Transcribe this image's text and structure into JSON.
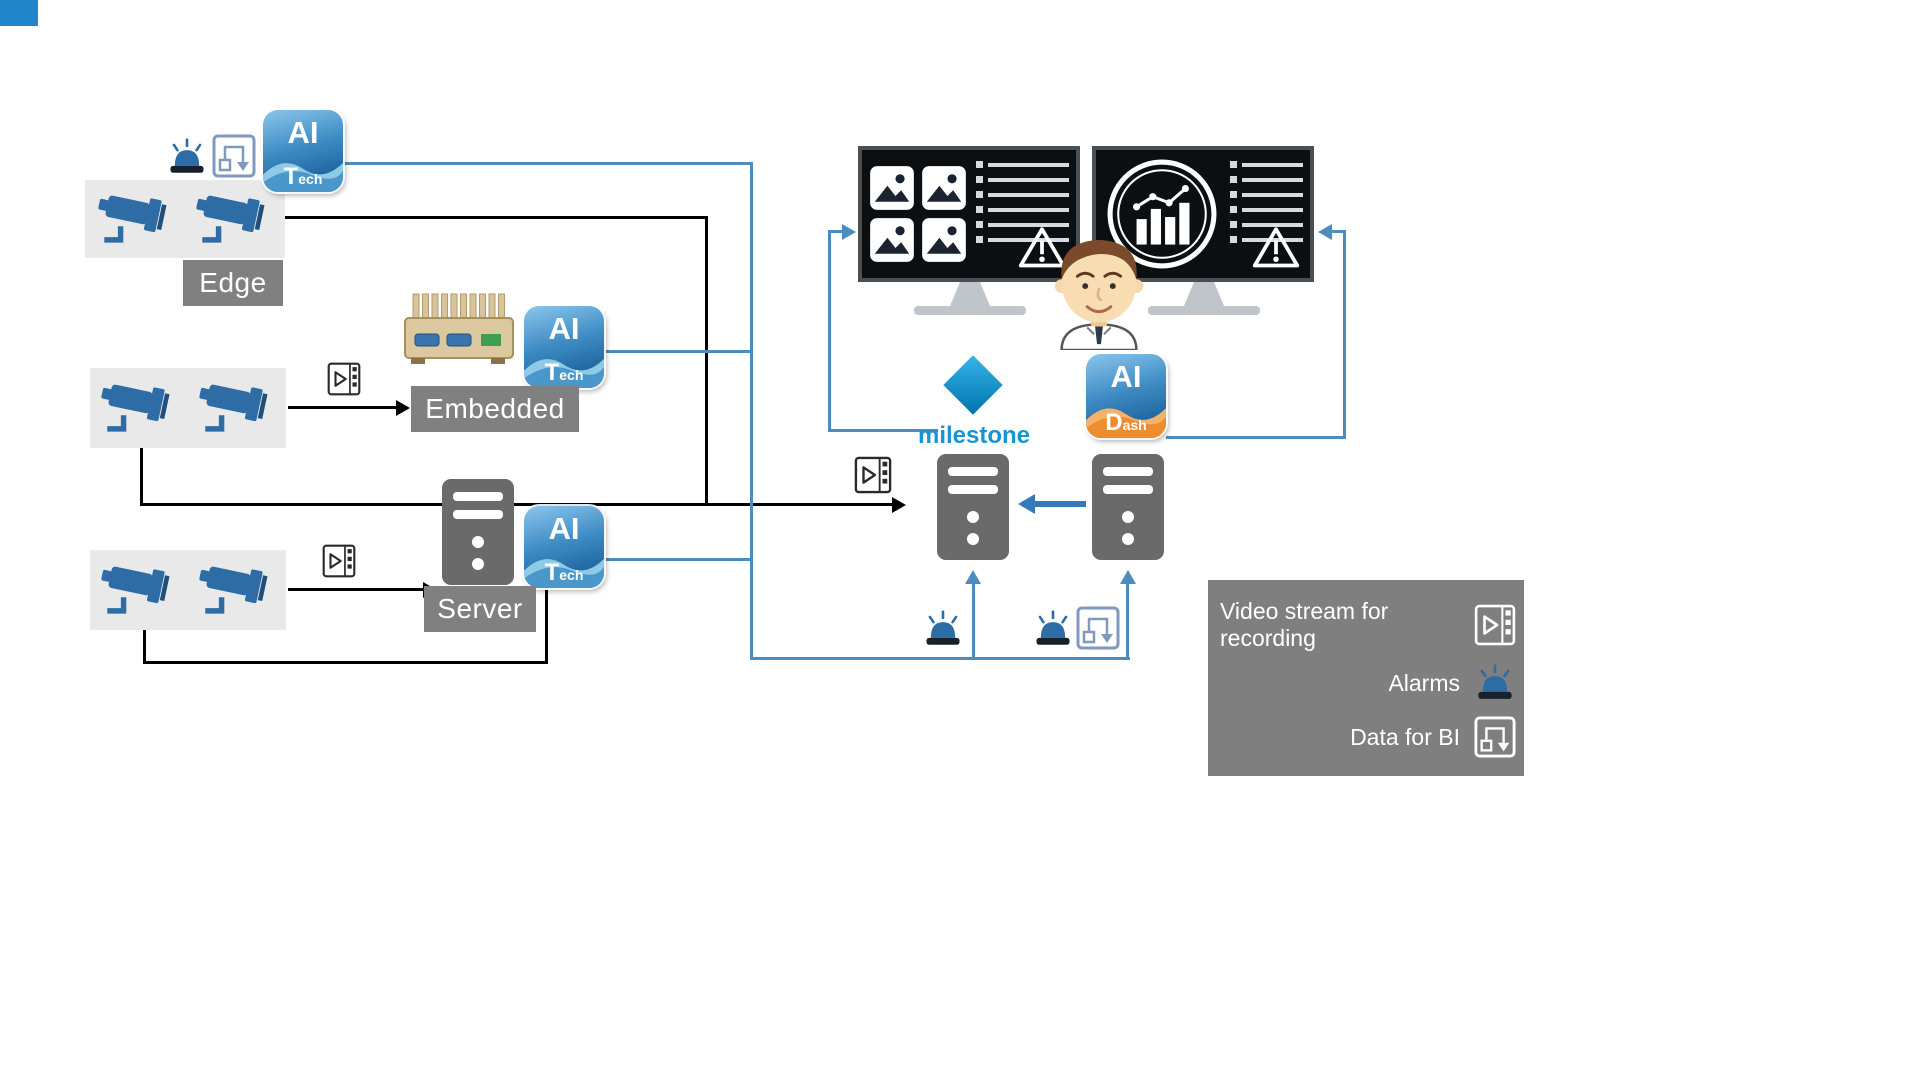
{
  "page": {
    "background": "#ffffff"
  },
  "nodes": {
    "edge_label": "Edge",
    "embedded_label": "Embedded",
    "server_label": "Server",
    "milestone_label": "milestone"
  },
  "logos": {
    "ai_tech_top": "AI",
    "ai_tech_bottom": "Tech",
    "ai_dash_top": "AI",
    "ai_dash_bottom": "Dash"
  },
  "legend": {
    "items": [
      {
        "label": "Video stream for recording",
        "icon": "video-stream-icon"
      },
      {
        "label": "Alarms",
        "icon": "alarm-icon"
      },
      {
        "label": "Data for BI",
        "icon": "data-for-bi-icon"
      }
    ]
  },
  "icons": {
    "camera": "cctv-camera-icon",
    "video_stream": "video-stream-icon",
    "alarm": "alarm-icon",
    "data_bi": "data-for-bi-icon",
    "operator": "operator-person-icon"
  },
  "colors": {
    "camera_blue": "#2d6ca5",
    "flow_blue": "#4d8cbe",
    "flow_black": "#000000",
    "label_gray": "#808080",
    "legend_gray": "#7f7f7f",
    "milestone_blue": "#1795d3",
    "ai_logo_blue": "#2a7ab8",
    "ai_dash_orange": "#f08c2e",
    "camera_group_bg": "#e9e9e9"
  }
}
